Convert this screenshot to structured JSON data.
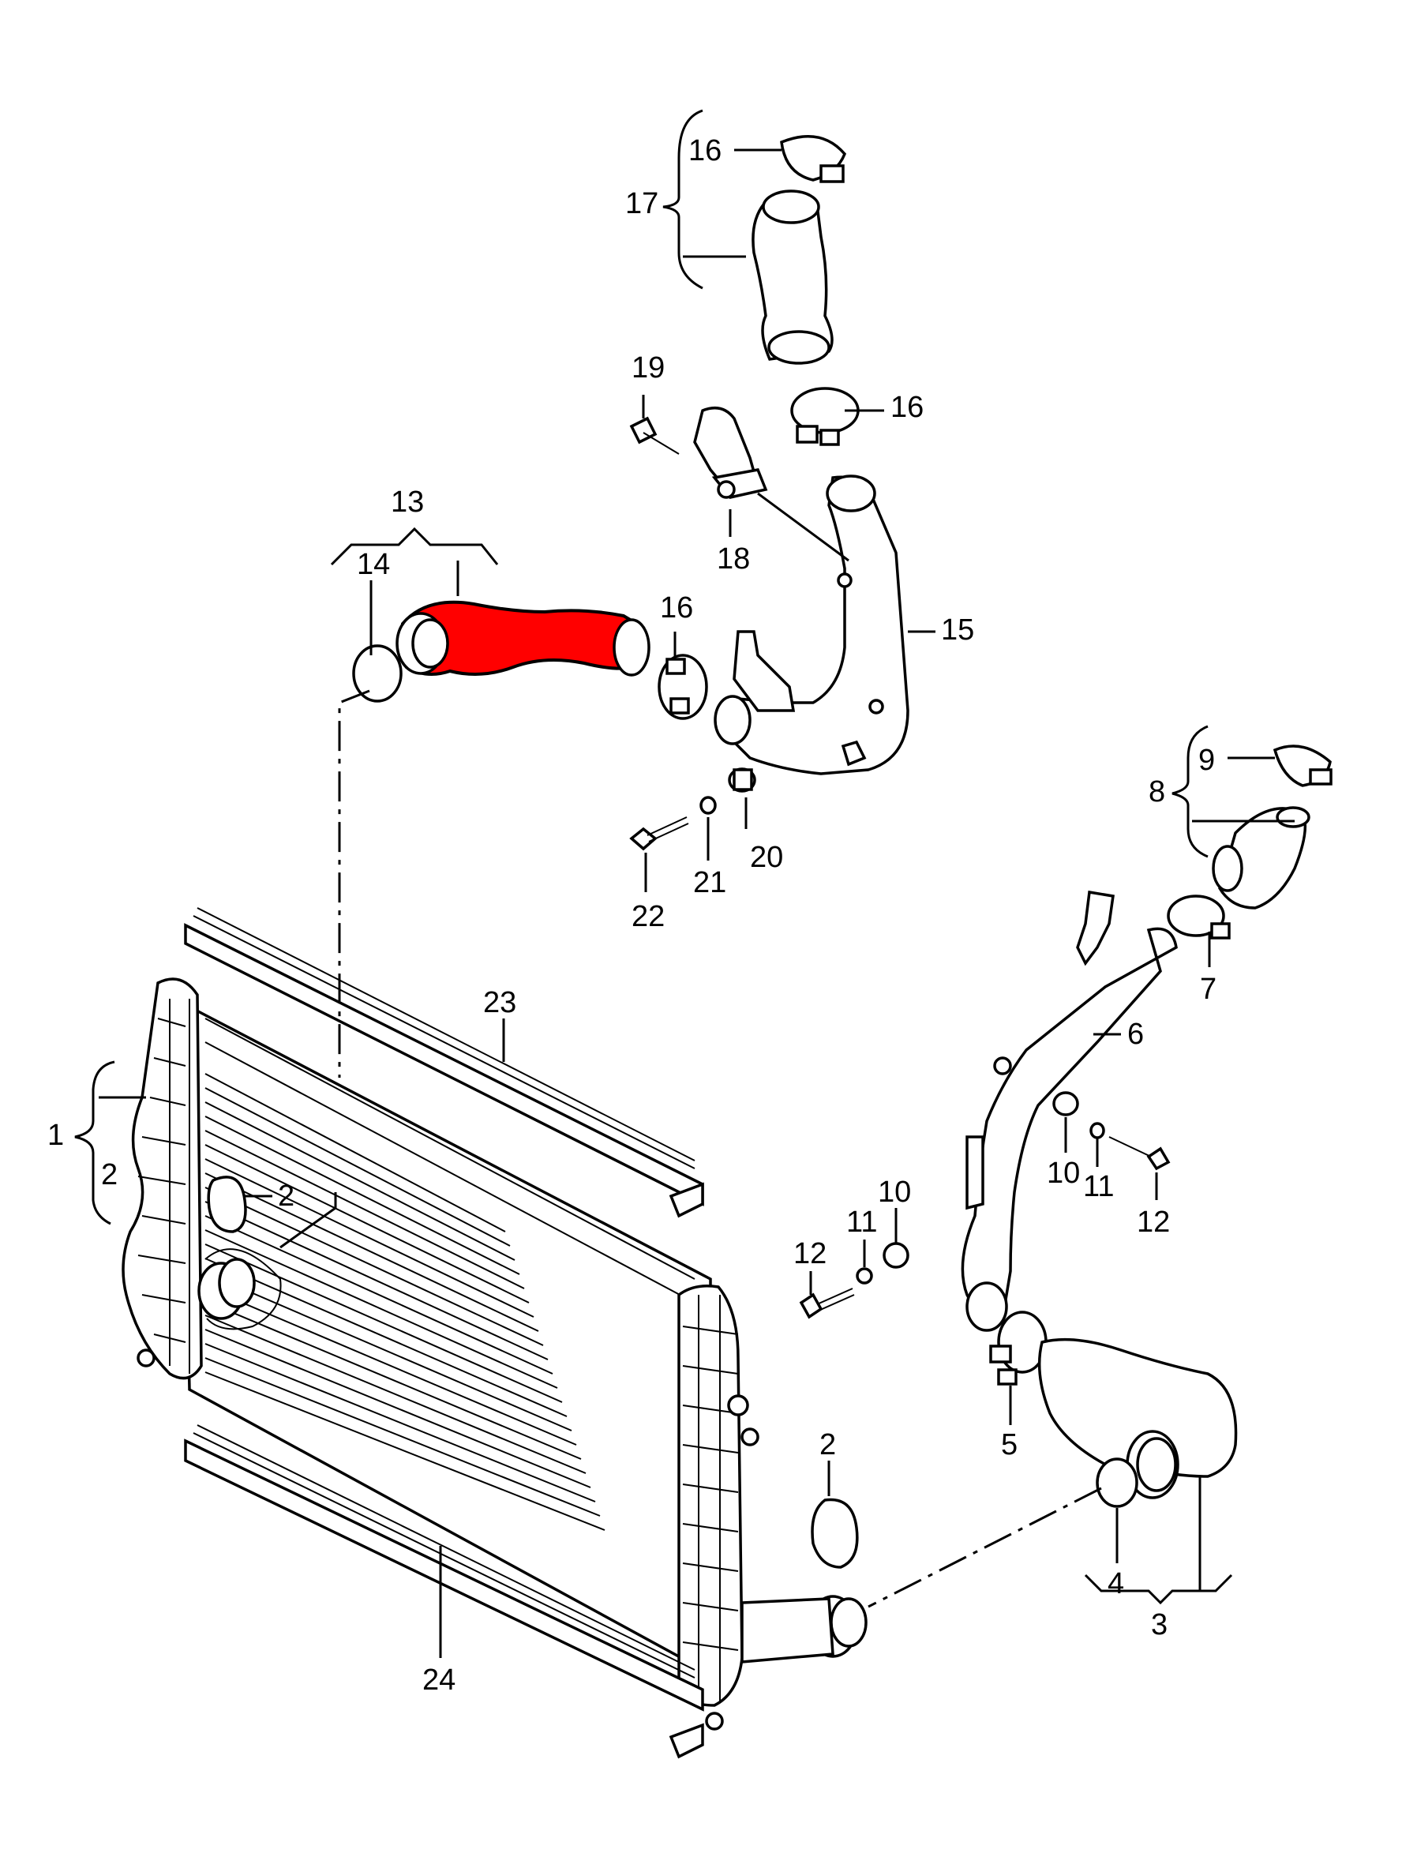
{
  "highlight_color": "#ff0000",
  "labels": {
    "l1": "1",
    "l2a": "2",
    "l2b": "2",
    "l2c": "2",
    "l3": "3",
    "l4": "4",
    "l5": "5",
    "l6": "6",
    "l7": "7",
    "l8": "8",
    "l9": "9",
    "l10a": "10",
    "l10b": "10",
    "l11a": "11",
    "l11b": "11",
    "l12a": "12",
    "l12b": "12",
    "l13": "13",
    "l14": "14",
    "l15": "15",
    "l16a": "16",
    "l16b": "16",
    "l16c": "16",
    "l17": "17",
    "l18": "18",
    "l19": "19",
    "l20": "20",
    "l21": "21",
    "l22": "22",
    "l23": "23",
    "l24": "24"
  }
}
